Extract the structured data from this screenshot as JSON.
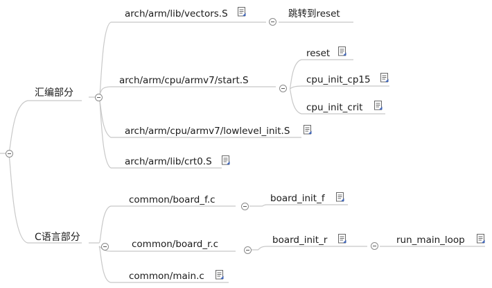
{
  "root": {
    "asm": {
      "label": "汇编部分",
      "children": [
        {
          "label": "arch/arm/lib/vectors.S",
          "child": "跳转到reset"
        },
        {
          "label": "arch/arm/cpu/armv7/start.S",
          "children": [
            "reset",
            "cpu_init_cp15",
            "cpu_init_crit"
          ]
        },
        {
          "label": "arch/arm/cpu/armv7/lowlevel_init.S"
        },
        {
          "label": "arch/arm/lib/crt0.S"
        }
      ]
    },
    "c": {
      "label": "C语言部分",
      "children": [
        {
          "label": "common/board_f.c",
          "child": "board_init_f"
        },
        {
          "label": "common/board_r.c",
          "child": "board_init_r",
          "grandchild": "run_main_loop"
        },
        {
          "label": "common/main.c"
        }
      ]
    }
  },
  "colors": {
    "line": "#c8c8c8",
    "text": "#1a1a1a",
    "note_fold": "#3e63b6"
  },
  "icons": {
    "note": "note-icon",
    "collapse": "collapse-toggle"
  }
}
